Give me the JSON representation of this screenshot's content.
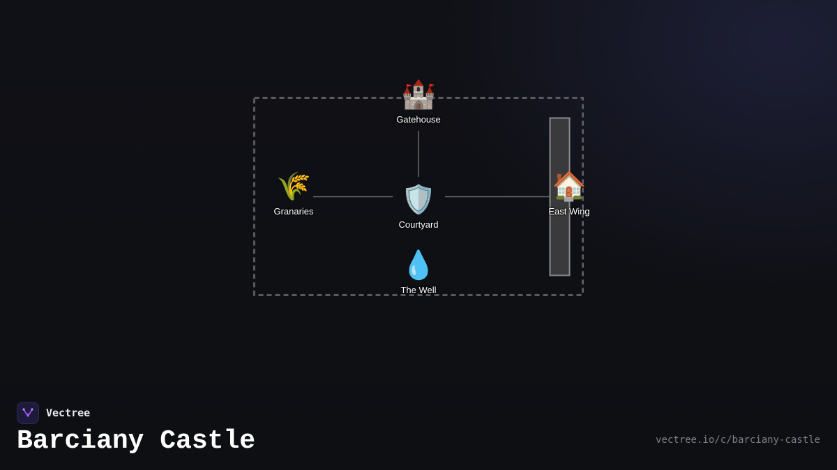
{
  "brand": {
    "name": "Vectree",
    "logo_icon": "vectree-logo-icon",
    "accent": "#a45cff"
  },
  "title": "Barciany Castle",
  "url": "vectree.io/c/barciany-castle",
  "diagram": {
    "nodes": [
      {
        "id": "gatehouse",
        "label": "Gatehouse",
        "emoji": "🏰",
        "icon": "castle-icon"
      },
      {
        "id": "granaries",
        "label": "Granaries",
        "emoji": "🌾",
        "icon": "wheat-icon"
      },
      {
        "id": "courtyard",
        "label": "Courtyard",
        "emoji": "🛡️",
        "icon": "shield-icon"
      },
      {
        "id": "east-wing",
        "label": "East Wing",
        "emoji": "🏠",
        "icon": "house-icon"
      },
      {
        "id": "the-well",
        "label": "The Well",
        "emoji": "💧",
        "icon": "water-drop-icon"
      }
    ],
    "edges": [
      {
        "from": "gatehouse",
        "to": "courtyard"
      },
      {
        "from": "granaries",
        "to": "courtyard"
      },
      {
        "from": "courtyard",
        "to": "east-wing"
      }
    ],
    "colors": {
      "wall_border": "#5a5a5e",
      "edge": "#6a6a6e",
      "wing_fill": "#3a3a3c",
      "wing_border": "#8a8a8e"
    }
  }
}
